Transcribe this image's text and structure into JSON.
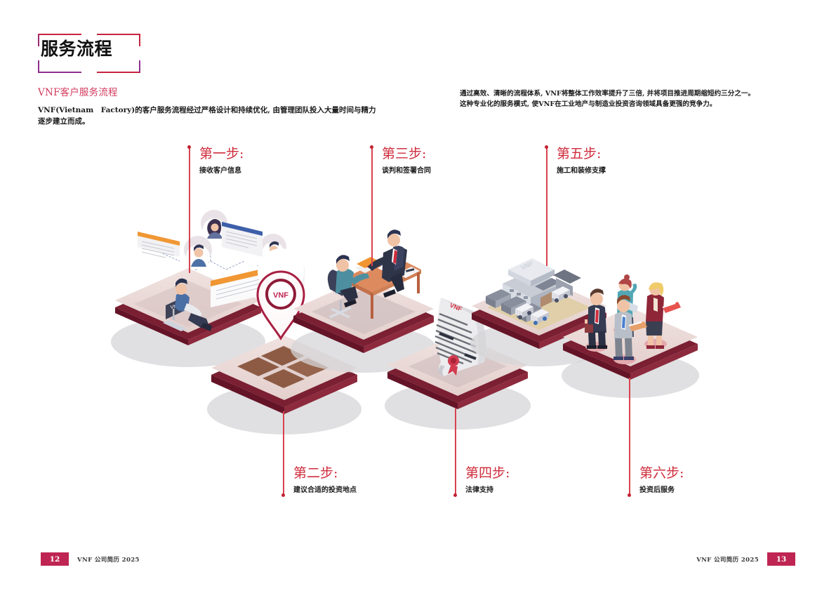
{
  "page": {
    "title": "服务流程",
    "accent_red": "#cf2c3c",
    "accent_crimson": "#bf2552",
    "accent_purple": "#8e2f8e",
    "tile_top": "#ead9d7",
    "tile_side": "#7b1f33",
    "land_brown": "#8d5b44"
  },
  "intro": {
    "heading": "VNF客户服务流程",
    "body": "VNF(Vietnam　Factory)的客户服务流程经过严格设计和持续优化, 由管理团队投入大量时间与精力逐步建立而成。",
    "right_line1": "通过高效、清晰的流程体系, VNF将整体工作效率提升了三倍, 并将项目推进周期缩短约三分之一。",
    "right_line2": "这种专业化的服务模式, 使VNF在工业地产与制造业投资咨询领域具备更强的竞争力。"
  },
  "steps": [
    {
      "id": "step-1",
      "title": "第一步:",
      "subtitle": "接收客户信息",
      "position": "top"
    },
    {
      "id": "step-2",
      "title": "第二步:",
      "subtitle": "建议合适的投资地点",
      "position": "bottom"
    },
    {
      "id": "step-3",
      "title": "第三步:",
      "subtitle": "谈判和签署合同",
      "position": "top"
    },
    {
      "id": "step-4",
      "title": "第四步:",
      "subtitle": "法律支持",
      "position": "bottom"
    },
    {
      "id": "step-5",
      "title": "第五步:",
      "subtitle": "施工和装修支撑",
      "position": "top"
    },
    {
      "id": "step-6",
      "title": "第六步:",
      "subtitle": "投资后服务",
      "position": "bottom"
    }
  ],
  "illustration": {
    "brand_mark": "VNF",
    "tiles": [
      {
        "name": "client-info-tile",
        "label": "VNF"
      },
      {
        "name": "location-tile",
        "label": "VNF"
      },
      {
        "name": "negotiation-tile",
        "label": ""
      },
      {
        "name": "contract-tile",
        "label": "VNF"
      },
      {
        "name": "factory-tile",
        "label": "VNF"
      },
      {
        "name": "after-service-tile",
        "label": ""
      }
    ]
  },
  "footer": {
    "left_page": "12",
    "left_text": "VNF 公司简历 2025",
    "right_page": "13",
    "right_text": "VNF 公司简历 2025"
  }
}
